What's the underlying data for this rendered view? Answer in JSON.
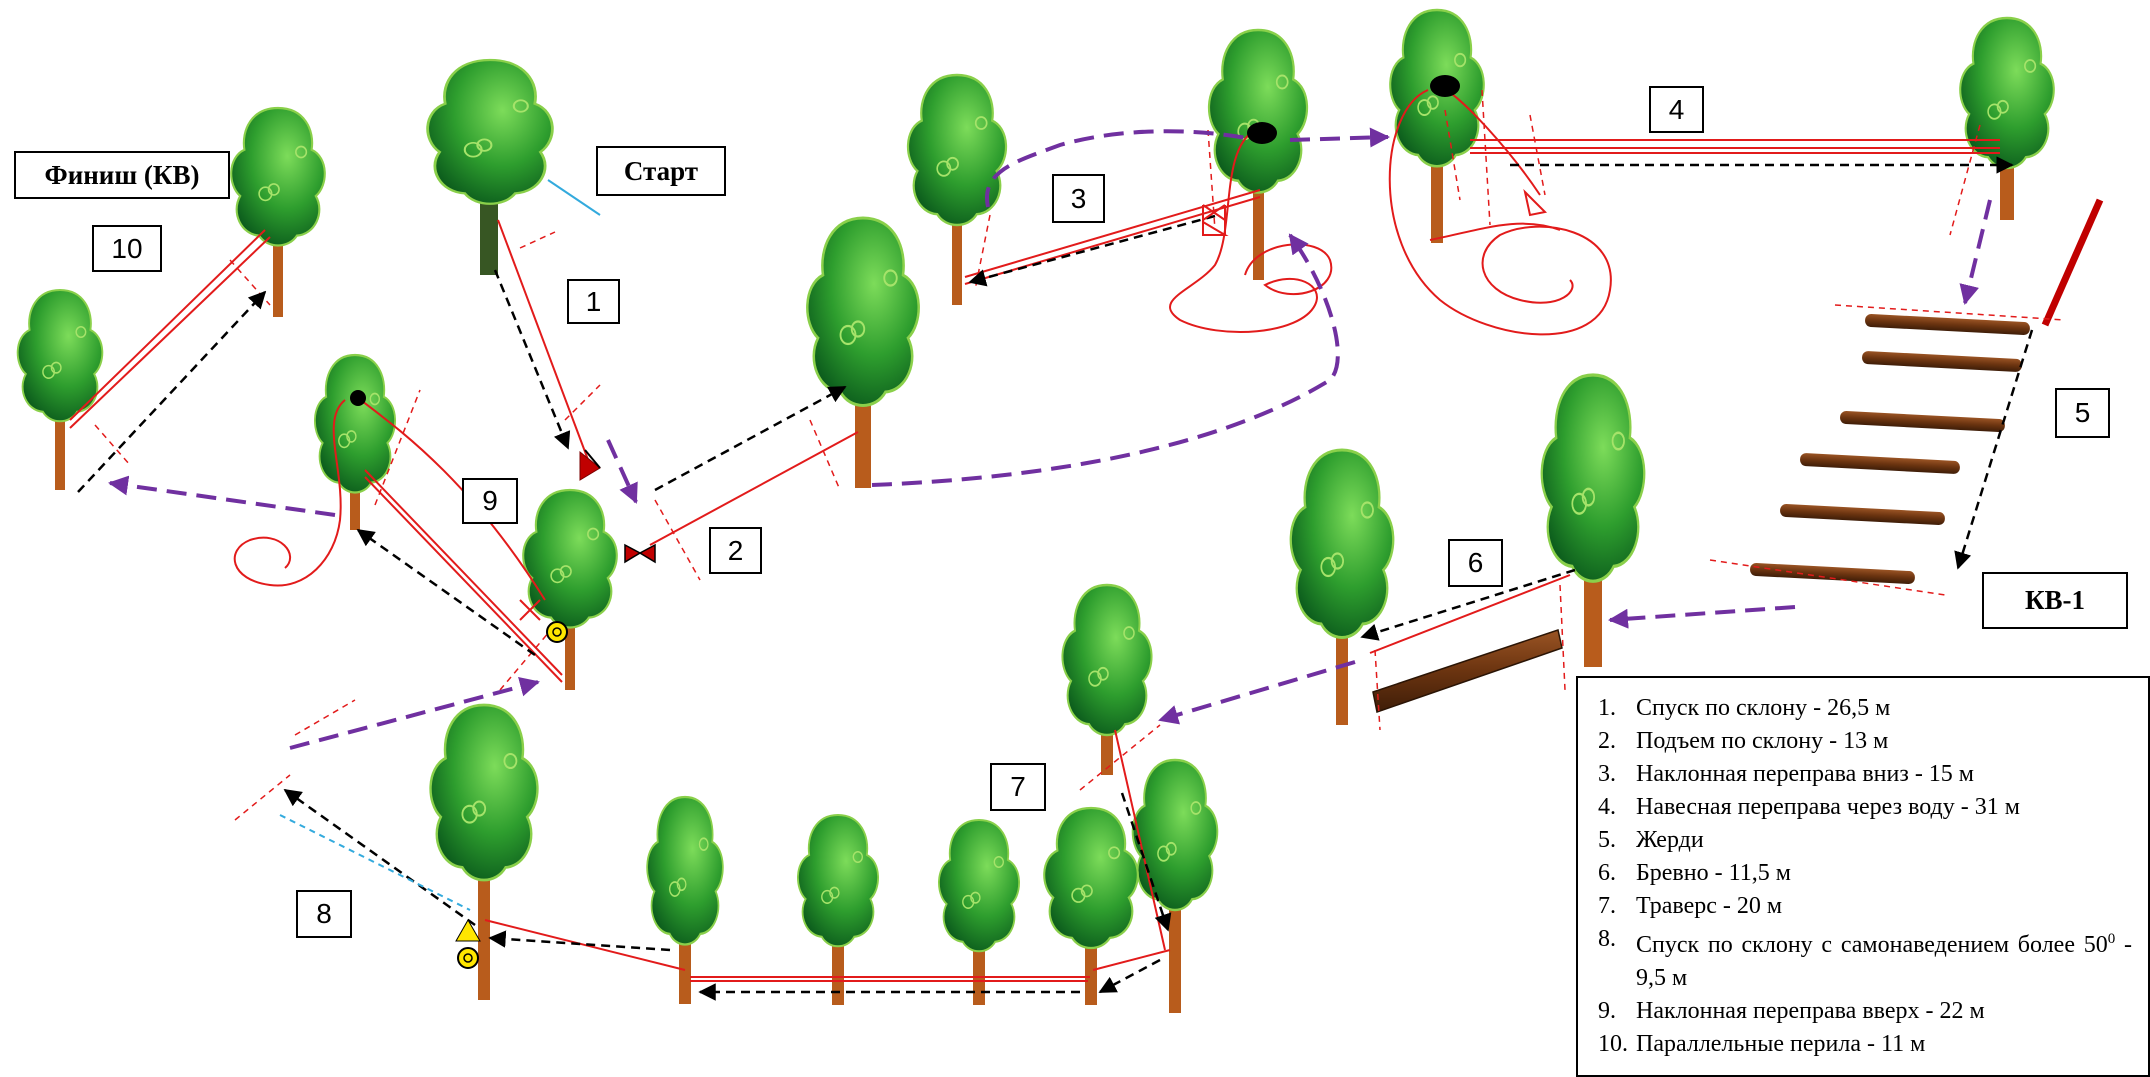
{
  "labels": {
    "start": "Старт",
    "finish": "Финиш (КВ)",
    "checkpoint": "КВ-1"
  },
  "stage_numbers": [
    "1",
    "2",
    "3",
    "4",
    "5",
    "6",
    "7",
    "8",
    "9",
    "10"
  ],
  "legend": [
    {
      "n": "1.",
      "text": "Спуск по склону - 26,5 м"
    },
    {
      "n": "2.",
      "text": "Подъем по склону - 13 м"
    },
    {
      "n": "3.",
      "text": "Наклонная переправа вниз - 15 м"
    },
    {
      "n": "4.",
      "text": "Навесная переправа через воду - 31 м"
    },
    {
      "n": "5.",
      "text": "Жерди"
    },
    {
      "n": "6.",
      "text": "Бревно  - 11,5 м"
    },
    {
      "n": "7.",
      "text": "Траверс - 20 м"
    },
    {
      "n": "8.",
      "text": "Спуск по склону с самонаведением более 50",
      "sup": "0",
      "tail": " - 9,5 м"
    },
    {
      "n": "9.",
      "text": "Наклонная переправа вверх - 22 м"
    },
    {
      "n": "10.",
      "text": "Параллельные перила - 11 м"
    }
  ],
  "colors": {
    "rope": "#e21b1b",
    "path_arrow": "#000000",
    "transition_arrow": "#7030a0",
    "tree_crown": "#2e9e2e",
    "trunk": "#b85c1c",
    "marker": "#ffe600",
    "water_line": "#33aadd"
  },
  "icons": [
    "tree-icon",
    "carabiner-icon",
    "hold-point-icon",
    "marker-ring-icon",
    "warning-triangle-icon",
    "log-icon",
    "pole-icon"
  ]
}
